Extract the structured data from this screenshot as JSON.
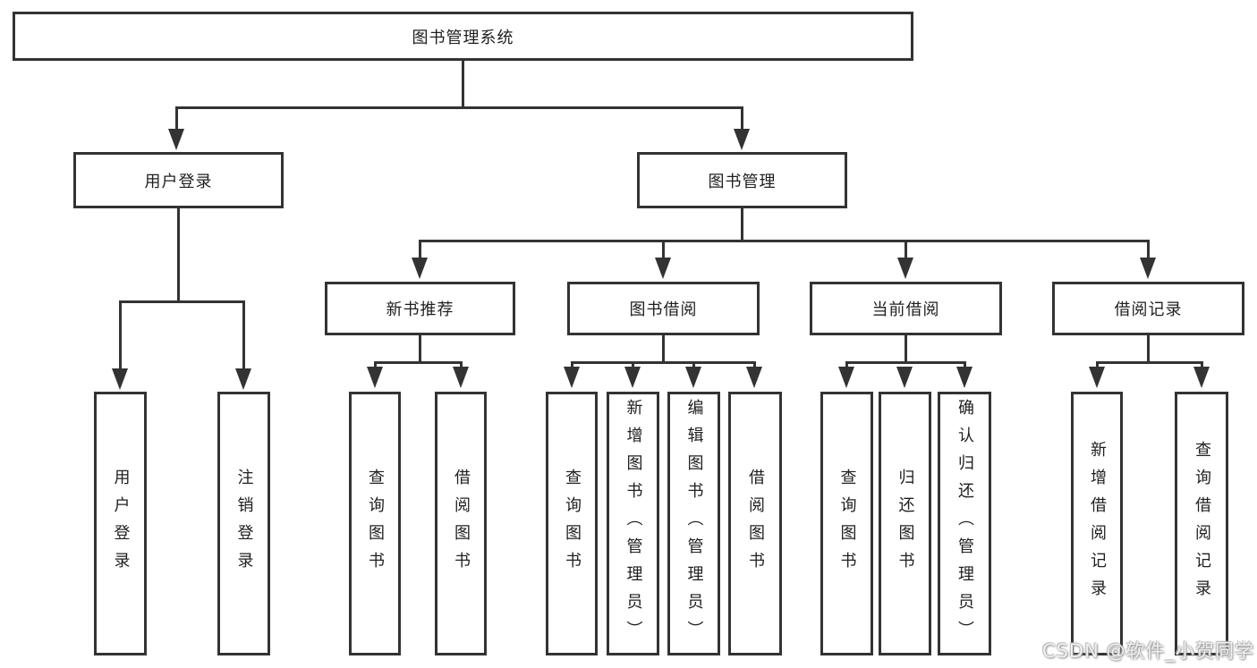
{
  "palette": {
    "line_color": "#333333",
    "box_border_color": "#333333",
    "box_background": "#ffffff",
    "text_color": "#1f1f1f",
    "background": "#ffffff",
    "watermark_color": "#f1efef"
  },
  "diagram": {
    "root": {
      "label": "图书管理系统"
    },
    "level2": [
      {
        "label": "用户登录"
      },
      {
        "label": "图书管理"
      }
    ],
    "level3": [
      {
        "label": "新书推荐"
      },
      {
        "label": "图书借阅"
      },
      {
        "label": "当前借阅"
      },
      {
        "label": "借阅记录"
      }
    ],
    "leaves": {
      "user_login": [
        "用户登录",
        "注销登录"
      ],
      "new_book_recommend": [
        "查询图书",
        "借阅图书"
      ],
      "book_borrow": [
        "查询图书",
        "新增图书（管理员）",
        "编辑图书（管理员）",
        "借阅图书"
      ],
      "current_borrow": [
        "查询图书",
        "归还图书",
        "确认归还（管理员）"
      ],
      "borrow_records": [
        "新增借阅记录",
        "查询借阅记录"
      ]
    }
  },
  "watermark": {
    "text": "CSDN @软件_小贺同学"
  }
}
